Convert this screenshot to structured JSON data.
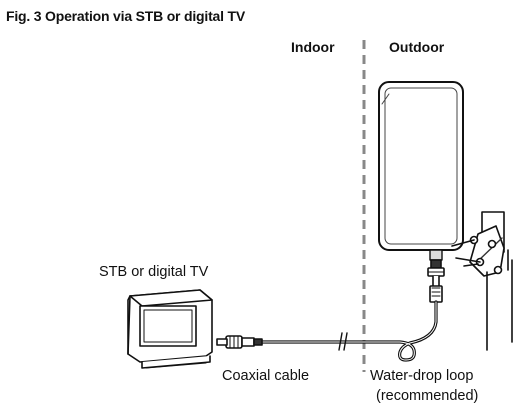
{
  "figure": {
    "title": "Fig. 3 Operation via STB or digital TV",
    "zones": {
      "indoor": "Indoor",
      "outdoor": "Outdoor"
    },
    "labels": {
      "device": "STB or digital TV",
      "cable": "Coaxial cable",
      "loop_line1": "Water-drop loop",
      "loop_line2": "(recommended)"
    }
  }
}
